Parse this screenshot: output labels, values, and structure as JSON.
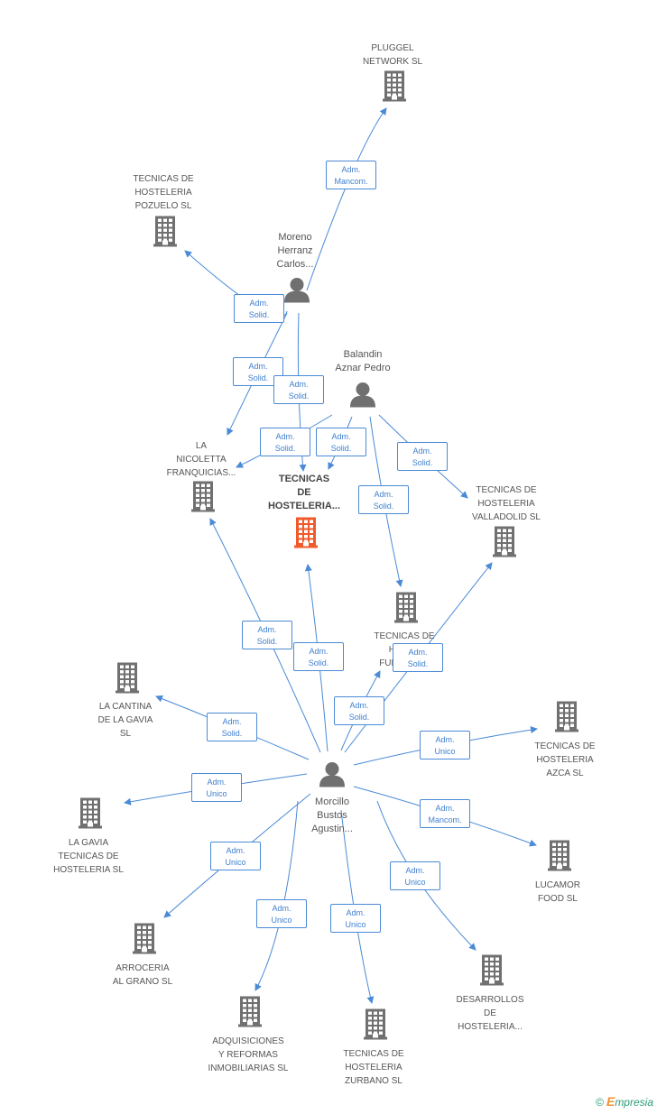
{
  "colors": {
    "edge": "#4a8ad6",
    "building": "#707070",
    "center_building": "#f0592b",
    "person": "#707070"
  },
  "nodes": [
    {
      "id": "pluggel",
      "label": "PLUGGEL\nNETWORK SL",
      "type": "company"
    },
    {
      "id": "pozuelo",
      "label": "TECNICAS DE\nHOSTELERIA\nPOZUELO  SL",
      "type": "company"
    },
    {
      "id": "moreno",
      "label": "Moreno\nHerranz\nCarlos...",
      "type": "person"
    },
    {
      "id": "balandin",
      "label": "Balandin\nAznar Pedro",
      "type": "person"
    },
    {
      "id": "nicoletta",
      "label": "LA\nNICOLETTA\nFRANQUICIAS...",
      "type": "company"
    },
    {
      "id": "center",
      "label": "TECNICAS\nDE\nHOSTELERIA...",
      "type": "center"
    },
    {
      "id": "valladolid",
      "label": "TECNICAS DE\nHOSTELERIA\nVALLADOLID SL",
      "type": "company"
    },
    {
      "id": "fuenca",
      "label": "TECNICAS DE\nHOSTE\nFUENCA   SL",
      "type": "company"
    },
    {
      "id": "cantina",
      "label": "LA CANTINA\nDE LA GAVIA\nSL",
      "type": "company"
    },
    {
      "id": "azca",
      "label": "TECNICAS DE\nHOSTELERIA\nAZCA SL",
      "type": "company"
    },
    {
      "id": "morcillo",
      "label": "Morcillo\nBustos\nAgustin...",
      "type": "person"
    },
    {
      "id": "gavia",
      "label": "LA GAVIA\nTECNICAS DE\nHOSTELERIA SL",
      "type": "company"
    },
    {
      "id": "lucamor",
      "label": "LUCAMOR\nFOOD SL",
      "type": "company"
    },
    {
      "id": "arroceria",
      "label": "ARROCERIA\nAL GRANO SL",
      "type": "company"
    },
    {
      "id": "desarrollos",
      "label": "DESARROLLOS\nDE\nHOSTELERIA...",
      "type": "company"
    },
    {
      "id": "adquisiciones",
      "label": "ADQUISICIONES\nY REFORMAS\nINMOBILIARIAS SL",
      "type": "company"
    },
    {
      "id": "zurbano",
      "label": "TECNICAS DE\nHOSTELERIA\nZURBANO  SL",
      "type": "company"
    }
  ],
  "edges": [
    {
      "from": "moreno",
      "to": "pluggel",
      "label": "Adm.\nMancom."
    },
    {
      "from": "moreno",
      "to": "pozuelo",
      "label": "Adm.\nSolid."
    },
    {
      "from": "moreno",
      "to": "nicoletta",
      "label": "Adm.\nSolid."
    },
    {
      "from": "moreno",
      "to": "center",
      "label": "Adm.\nSolid."
    },
    {
      "from": "balandin",
      "to": "nicoletta",
      "label": "Adm.\nSolid."
    },
    {
      "from": "balandin",
      "to": "center",
      "label": "Adm.\nSolid."
    },
    {
      "from": "balandin",
      "to": "fuenca",
      "label": "Adm.\nSolid."
    },
    {
      "from": "balandin",
      "to": "valladolid",
      "label": "Adm.\nSolid."
    },
    {
      "from": "morcillo",
      "to": "nicoletta",
      "label": "Adm.\nSolid."
    },
    {
      "from": "morcillo",
      "to": "center",
      "label": "Adm.\nSolid."
    },
    {
      "from": "morcillo",
      "to": "fuenca",
      "label": "Adm.\nSolid."
    },
    {
      "from": "morcillo",
      "to": "valladolid",
      "label": "Adm.\nSolid."
    },
    {
      "from": "morcillo",
      "to": "cantina",
      "label": "Adm.\nSolid."
    },
    {
      "from": "morcillo",
      "to": "azca",
      "label": "Adm.\nUnico"
    },
    {
      "from": "morcillo",
      "to": "gavia",
      "label": "Adm.\nUnico"
    },
    {
      "from": "morcillo",
      "to": "lucamor",
      "label": "Adm.\nMancom."
    },
    {
      "from": "morcillo",
      "to": "arroceria",
      "label": "Adm.\nUnico"
    },
    {
      "from": "morcillo",
      "to": "desarrollos",
      "label": "Adm.\nUnico"
    },
    {
      "from": "morcillo",
      "to": "adquisiciones",
      "label": "Adm.\nUnico"
    },
    {
      "from": "morcillo",
      "to": "zurbano",
      "label": "Adm.\nUnico"
    }
  ],
  "footer": {
    "copyright": "©",
    "brand_initial": "E",
    "brand_rest": "mpresia"
  }
}
